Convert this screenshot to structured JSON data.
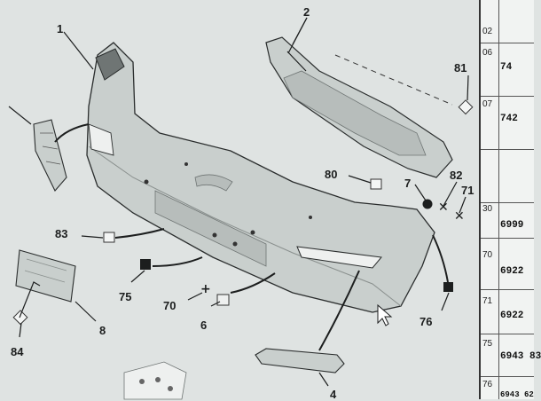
{
  "callouts": [
    "1",
    "2",
    "81",
    "80",
    "7",
    "82",
    "71",
    "83",
    "75",
    "70",
    "6",
    "76",
    "8",
    "84",
    "4"
  ],
  "parts_table": {
    "rows": [
      {
        "ref": "02",
        "code": ""
      },
      {
        "ref": "06",
        "code": "74"
      },
      {
        "ref": "07",
        "code": "742"
      },
      {
        "ref": "30",
        "code": "6999"
      },
      {
        "ref": "70",
        "code": "6922"
      },
      {
        "ref": "71",
        "code": "6922"
      },
      {
        "ref": "75",
        "code": "6943 83"
      },
      {
        "ref": "76",
        "code": "6943 62"
      }
    ]
  },
  "colors": {
    "background": "#dfe3e2",
    "part_fill": "#c9cfcd",
    "line": "#2a2d2d"
  }
}
